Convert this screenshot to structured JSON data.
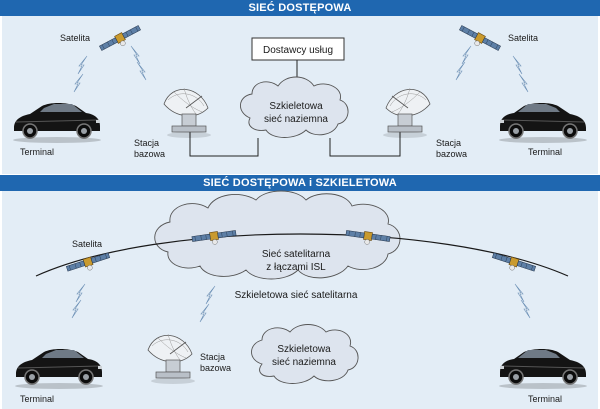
{
  "top": {
    "banner": "SIEĆ DOSTĘPOWA",
    "service_providers": "Dostawcy usług",
    "cloud_line1": "Szkieletowa",
    "cloud_line2": "sieć naziemna",
    "satellite_left": "Satelita",
    "satellite_right": "Satelita",
    "terminal_left": "Terminal",
    "terminal_right": "Terminal",
    "base_left_line1": "Stacja",
    "base_left_line2": "bazowa",
    "base_right_line1": "Stacja",
    "base_right_line2": "bazowa"
  },
  "bottom": {
    "banner": "SIEĆ DOSTĘPOWA i SZKIELETOWA",
    "sat_cloud_line1": "Sieć satelitarna",
    "sat_cloud_line2": "z łączami ISL",
    "sat_backbone": "Szkieletowa sieć satelitarna",
    "ground_cloud_line1": "Szkieletowa",
    "ground_cloud_line2": "sieć naziemna",
    "satellite_left": "Satelita",
    "terminal_left": "Terminal",
    "terminal_right": "Terminal",
    "base_line1": "Stacja",
    "base_line2": "bazowa"
  },
  "colors": {
    "banner": "#1f67b0",
    "panel": "#e3edf6",
    "cloud": "#dde4ee"
  }
}
